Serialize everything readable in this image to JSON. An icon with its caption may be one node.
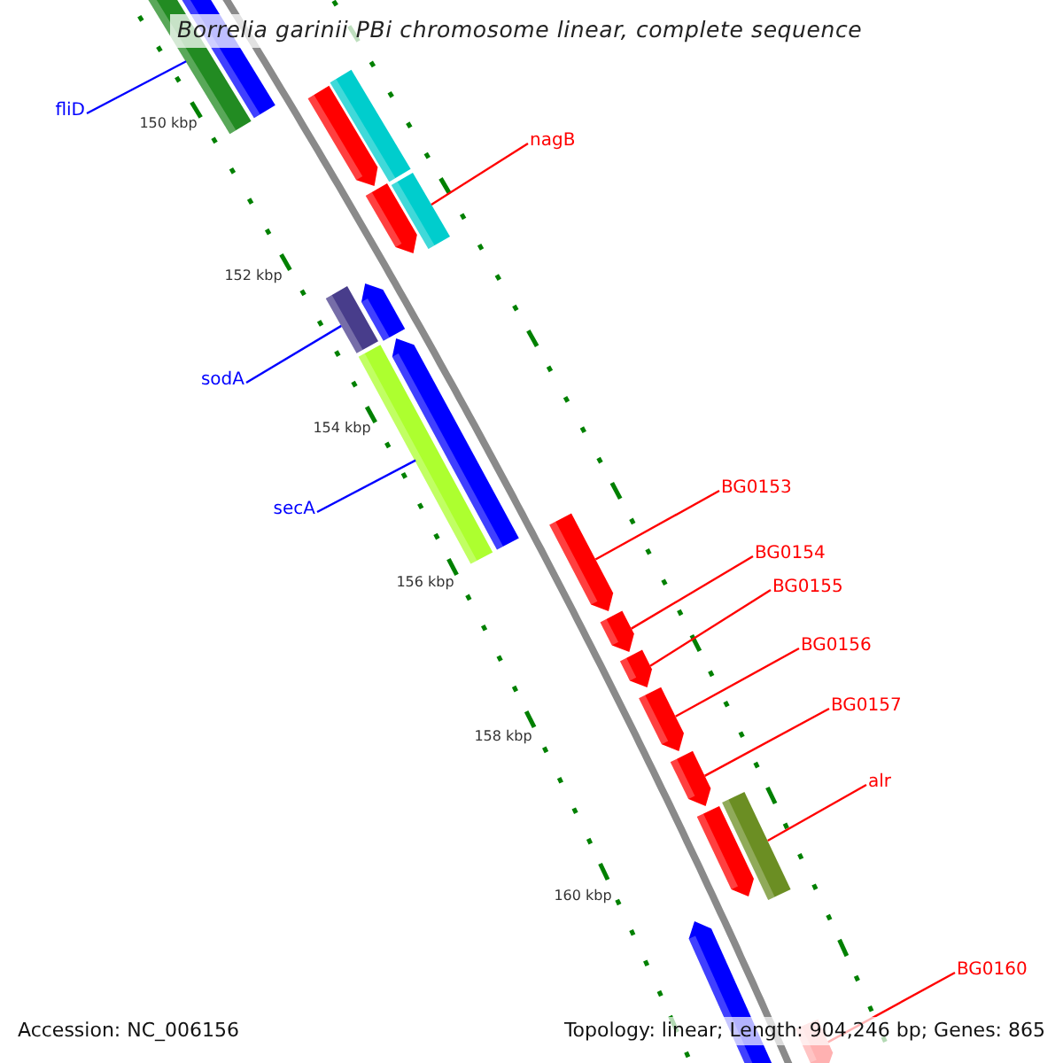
{
  "diagram": {
    "title": "Borrelia garinii PBi chromosome linear, complete sequence",
    "nodes": [
      {
        "text": [
          "fliD"
        ]
      },
      {
        "text": [],
        "shape": "bar"
      },
      {
        "text": [
          "nagB"
        ]
      },
      {
        "text": [],
        "shape": "bar"
      },
      {
        "text": [
          "sodA"
        ]
      },
      {
        "text": [],
        "shape": "bar"
      },
      {
        "text": [
          "secA"
        ]
      },
      {
        "text": [],
        "shape": "bar"
      },
      {
        "text": [
          "BG0153"
        ]
      },
      {
        "text": [],
        "shape": "bar"
      },
      {
        "text": [
          "BG0154"
        ]
      },
      {
        "text": [],
        "shape": "bar"
      },
      {
        "text": [
          "BG0155"
        ]
      },
      {
        "text": [],
        "shape": "bar"
      },
      {
        "text": [
          "BG0156"
        ]
      },
      {
        "text": [],
        "shape": "bar"
      },
      {
        "text": [
          "BG0157"
        ]
      },
      {
        "text": [],
        "shape": "bar"
      },
      {
        "text": [
          "alr"
        ]
      },
      {
        "text": [],
        "shape": "bar"
      },
      {
        "text": [
          "BG0160"
        ]
      },
      {
        "text": [],
        "shape": "bar"
      },
      {
        "text": [],
        "shape": "bar"
      },
      {
        "text": [],
        "shape": "bar"
      },
      {
        "text": [],
        "shape": "bar"
      },
      {
        "text": [],
        "shape": "bar"
      },
      {
        "text": [],
        "shape": "bar"
      },
      {
        "text": [],
        "shape": "bar"
      },
      {
        "text": [],
        "shape": "bar"
      },
      {
        "text": [],
        "shape": "bar"
      }
    ],
    "edges": [
      {
        "from": 0,
        "to": 1,
        "arrow": "none",
        "color": "#0000ff"
      },
      {
        "from": 2,
        "to": 3,
        "arrow": "none"
      },
      {
        "from": 4,
        "to": 5,
        "arrow": "none",
        "color": "#0000ff"
      },
      {
        "from": 6,
        "to": 7,
        "arrow": "none",
        "color": "#0000ff"
      },
      {
        "from": 8,
        "to": 9,
        "arrow": "none"
      },
      {
        "from": 10,
        "to": 11,
        "arrow": "none"
      },
      {
        "from": 12,
        "to": 13,
        "arrow": "none"
      },
      {
        "from": 14,
        "to": 15,
        "arrow": "none"
      },
      {
        "from": 16,
        "to": 17,
        "arrow": "none"
      },
      {
        "from": 18,
        "to": 19,
        "arrow": "none"
      },
      {
        "from": 20,
        "to": 21,
        "arrow": "none"
      }
    ],
    "labels": [
      "150 kbp",
      "152 kbp",
      "154 kbp",
      "156 kbp",
      "158 kbp",
      "160 kbp",
      "Accession: NC_006156",
      "Topology: linear; Length: 904,246 bp; Genes: 865"
    ]
  }
}
